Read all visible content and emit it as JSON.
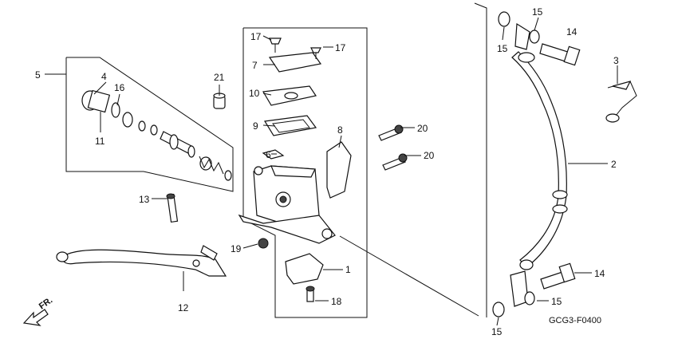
{
  "diagram_code": "GCG3-F0400",
  "direction_label": "FR.",
  "labels": {
    "l1": "1",
    "l2": "2",
    "l3": "3",
    "l4": "4",
    "l5": "5",
    "l6": "6",
    "l7": "7",
    "l8": "8",
    "l9": "9",
    "l10": "10",
    "l11": "11",
    "l12": "12",
    "l13": "13",
    "l14a": "14",
    "l14b": "14",
    "l15a": "15",
    "l15b": "15",
    "l15c": "15",
    "l15d": "15",
    "l16": "16",
    "l17a": "17",
    "l17b": "17",
    "l18": "18",
    "l19": "19",
    "l20a": "20",
    "l20b": "20",
    "l21": "21"
  }
}
